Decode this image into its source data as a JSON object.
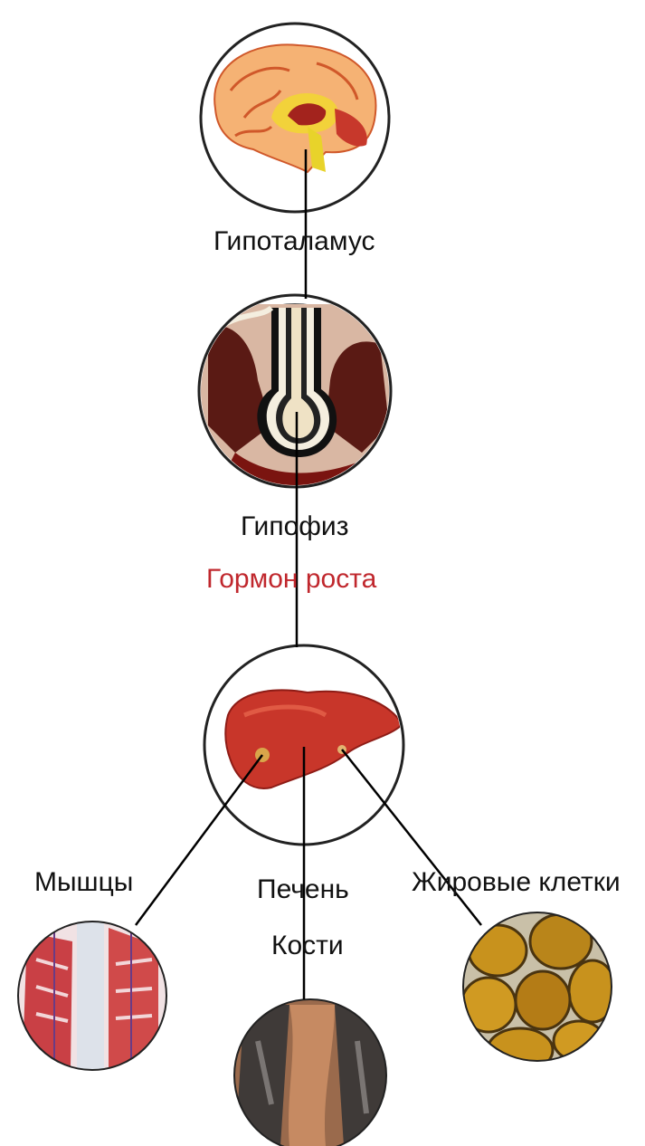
{
  "labels": {
    "hypothalamus": "Гипоталамус",
    "pituitary": "Гипофиз",
    "hormone": "Гормон роста",
    "muscles": "Мышцы",
    "liver": "Печень",
    "bones": "Кости",
    "fat_cells": "Жировые клетки"
  },
  "colors": {
    "hormone_label": "#c0272d",
    "text": "#111111",
    "line": "#000000"
  },
  "icons": {
    "hypothalamus": "brain-icon",
    "pituitary": "pituitary-gland-icon",
    "liver": "liver-icon",
    "muscles": "muscle-tissue-icon",
    "bones": "bone-tissue-icon",
    "fat_cells": "fat-cells-icon"
  }
}
